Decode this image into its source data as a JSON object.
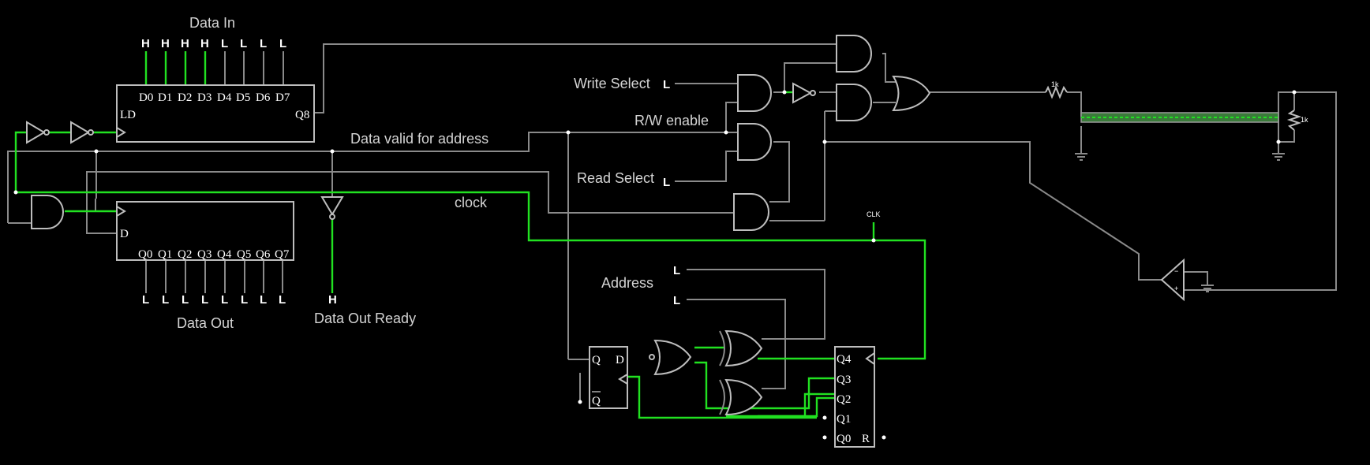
{
  "labels": {
    "data_in": "Data In",
    "data_out": "Data Out",
    "data_out_ready": "Data Out Ready",
    "data_valid": "Data valid for address",
    "clock": "clock",
    "write_select": "Write Select",
    "read_select": "Read Select",
    "rw_enable": "R/W enable",
    "address": "Address",
    "clk": "CLK",
    "res1": "1k",
    "res2": "1k"
  },
  "input_register": {
    "pins": [
      "D0",
      "D1",
      "D2",
      "D3",
      "D4",
      "D5",
      "D6",
      "D7"
    ],
    "ld": "LD",
    "q8": "Q8",
    "levels": [
      "H",
      "H",
      "H",
      "H",
      "L",
      "L",
      "L",
      "L"
    ]
  },
  "output_register": {
    "pins": [
      "Q0",
      "Q1",
      "Q2",
      "Q3",
      "Q4",
      "Q5",
      "Q6",
      "Q7"
    ],
    "d": "D",
    "levels": [
      "L",
      "L",
      "L",
      "L",
      "L",
      "L",
      "L",
      "L"
    ]
  },
  "data_out_ready_level": "H",
  "write_select_level": "L",
  "read_select_level": "L",
  "address_levels": [
    "L",
    "L"
  ],
  "flipflop": {
    "q": "Q",
    "d": "D",
    "qbar": "Q"
  },
  "counter": {
    "pins": [
      "Q4",
      "Q3",
      "Q2",
      "Q1",
      "Q0"
    ],
    "r": "R"
  }
}
